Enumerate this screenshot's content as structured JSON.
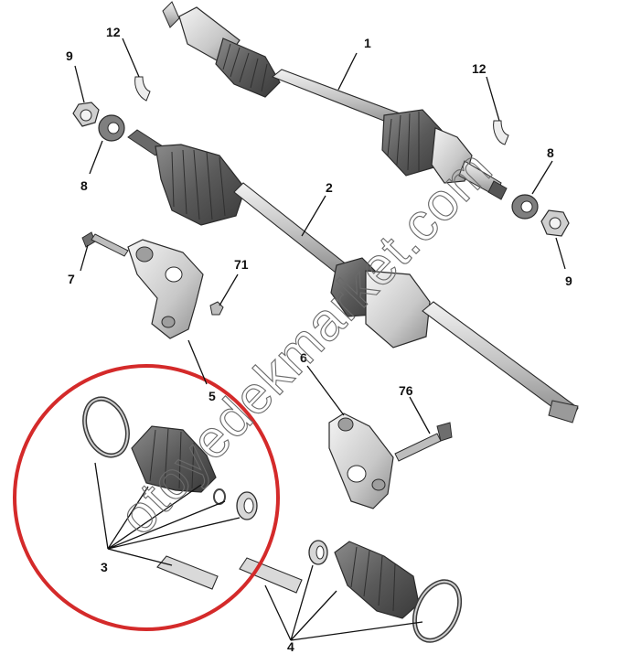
{
  "callouts": {
    "c1": "1",
    "c2": "2",
    "c3": "3",
    "c4": "4",
    "c5": "5",
    "c6": "6",
    "c7": "7",
    "c8a": "8",
    "c8b": "8",
    "c9a": "9",
    "c9b": "9",
    "c12a": "12",
    "c12b": "12",
    "c71": "71",
    "c76": "76"
  },
  "watermark": "otoyedekmarket.com",
  "colors": {
    "metal_light": "#e6e6e6",
    "metal_mid": "#b9b9b9",
    "metal_dark": "#7d7d7d",
    "boot": "#585858",
    "outline": "#2a2a2a",
    "highlight_circle": "#d42a2a"
  }
}
